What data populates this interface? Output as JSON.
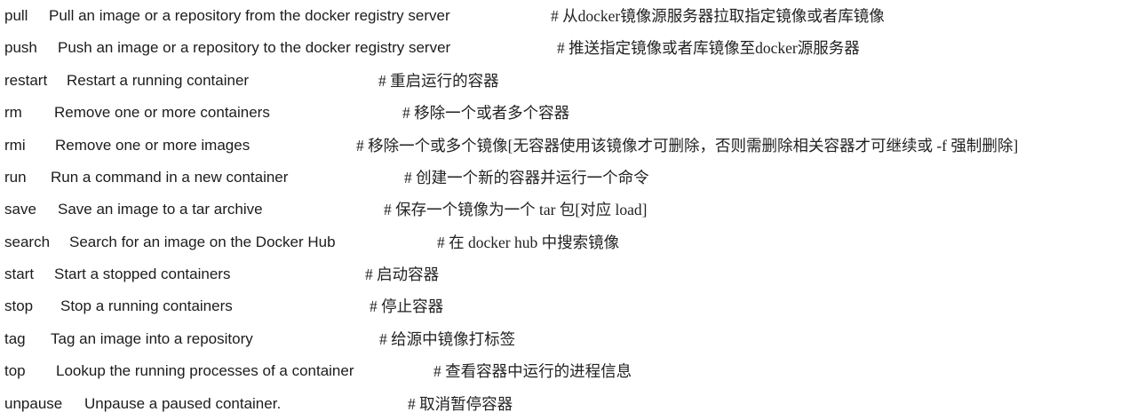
{
  "page": {
    "background": "#ffffff",
    "text_color": "#1c1c1c"
  },
  "commands": [
    {
      "name": "pull",
      "description": "Pull an image or a repository from the docker registry server",
      "comment": "# 从docker镜像源服务器拉取指定镜像或者库镜像"
    },
    {
      "name": "push",
      "description": "Push an image or a repository to the docker registry server",
      "comment": "# 推送指定镜像或者库镜像至docker源服务器"
    },
    {
      "name": "restart",
      "description": "Restart a running container",
      "comment": "# 重启运行的容器"
    },
    {
      "name": "rm",
      "description": "Remove one or more containers",
      "comment": "# 移除一个或者多个容器"
    },
    {
      "name": "rmi",
      "description": "Remove one or more images",
      "comment": "# 移除一个或多个镜像[无容器使用该镜像才可删除，否则需删除相关容器才可继续或 -f 强制删除]"
    },
    {
      "name": "run",
      "description": "Run a command in a new container",
      "comment": "# 创建一个新的容器并运行一个命令"
    },
    {
      "name": "save",
      "description": "Save an image to a tar archive",
      "comment": "# 保存一个镜像为一个 tar 包[对应 load]"
    },
    {
      "name": "search",
      "description": "Search for an image on the Docker Hub",
      "comment": "# 在 docker hub 中搜索镜像"
    },
    {
      "name": "start",
      "description": "Start a stopped containers",
      "comment": "# 启动容器"
    },
    {
      "name": "stop",
      "description": "Stop a running containers",
      "comment": "# 停止容器"
    },
    {
      "name": "tag",
      "description": "Tag an image into a repository",
      "comment": "# 给源中镜像打标签"
    },
    {
      "name": "top",
      "description": "Lookup the running processes of a container",
      "comment": "# 查看容器中运行的进程信息"
    },
    {
      "name": "unpause",
      "description": "Unpause a paused container.",
      "comment": "# 取消暂停容器"
    }
  ]
}
